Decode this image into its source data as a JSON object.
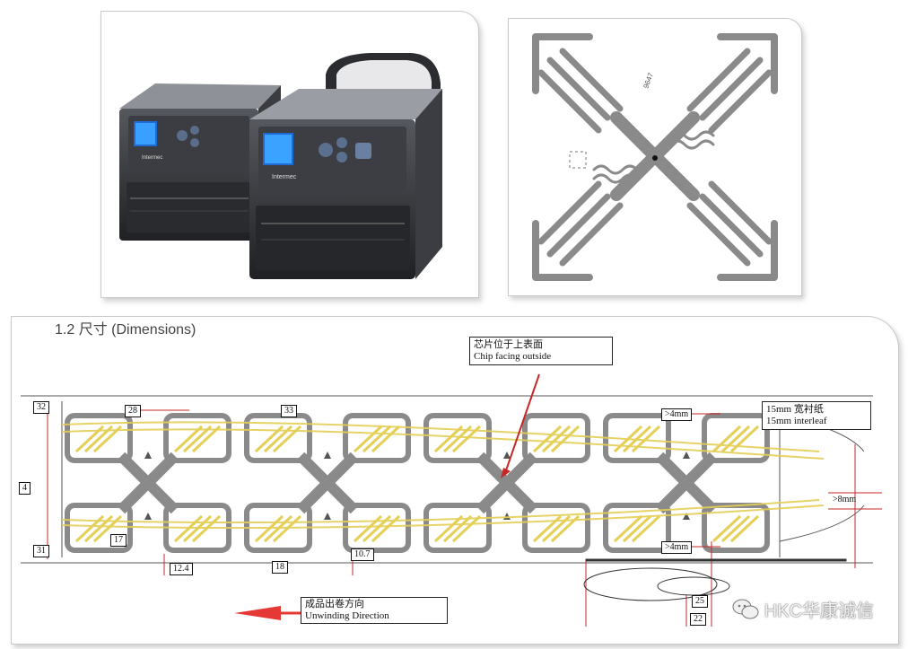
{
  "printers": {
    "brand": "Intermec"
  },
  "tag": {
    "code": "9647"
  },
  "dimensions": {
    "section_title": "1.2  尺寸  (Dimensions)",
    "chip_note": {
      "cn": "芯片位于上表面",
      "en": "Chip facing outside"
    },
    "interleaf_note": {
      "cn": "15mm  宽衬纸",
      "en": "15mm interleaf"
    },
    "labels": {
      "d32": "32",
      "d28": "28",
      "d33": "33",
      "d4": "4",
      "d31": "31",
      "d17": "17",
      "d124": "12.4",
      "d18": "18",
      "d107": "10.7",
      "gt4mm_top": ">4mm",
      "gt4mm_bottom": ">4mm",
      "gt8mm": ">8mm",
      "d25": "25",
      "d22": "22"
    },
    "direction": {
      "cn": "成品出卷方向",
      "en": "Unwinding Direction"
    }
  },
  "watermark": {
    "text": "HKC华康诚信"
  },
  "colors": {
    "antenna": "#8a8a8a",
    "inlay_yellow": "#e4cf57",
    "dim_line": "#c62828",
    "arrow": "#e53935"
  }
}
